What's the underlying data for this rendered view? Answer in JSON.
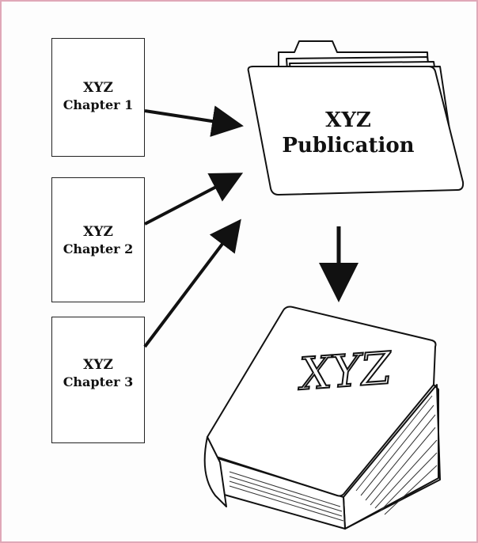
{
  "chapters": [
    {
      "line1": "XYZ",
      "line2": "Chapter 1"
    },
    {
      "line1": "XYZ",
      "line2": "Chapter 2"
    },
    {
      "line1": "XYZ",
      "line2": "Chapter 3"
    }
  ],
  "folder": {
    "line1": "XYZ",
    "line2": "Publication"
  },
  "book": {
    "title": "XYZ"
  },
  "colors": {
    "border": "#e0a8b8",
    "ink": "#111111"
  }
}
